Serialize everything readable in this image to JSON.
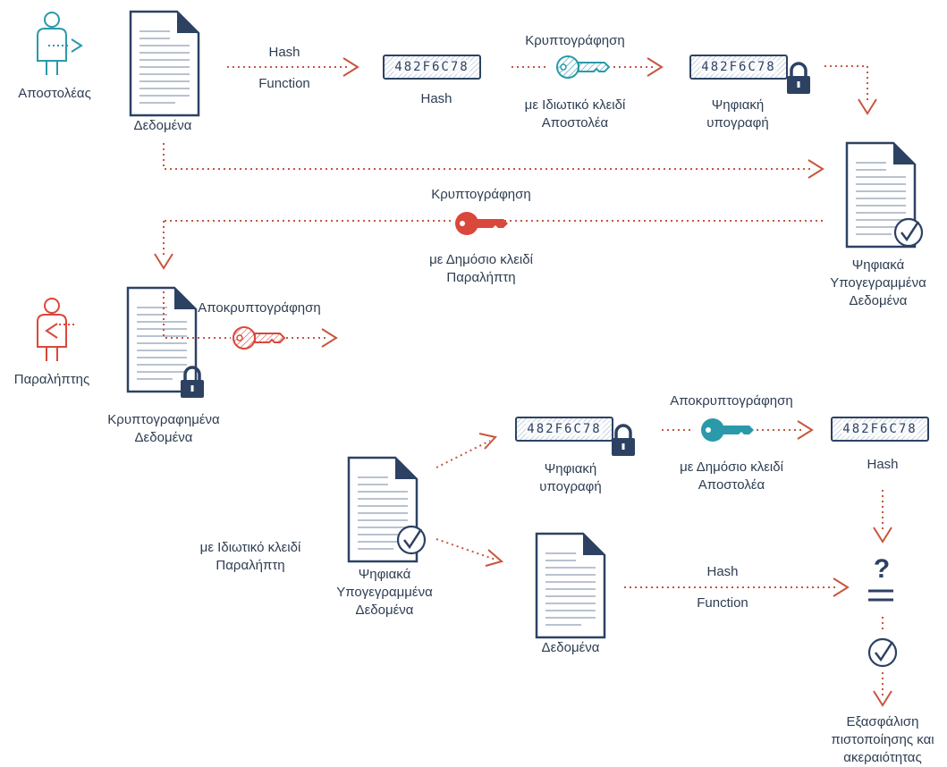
{
  "sender": {
    "label": "Αποστολέας"
  },
  "receiver": {
    "label": "Παραλήπτης"
  },
  "top": {
    "data_label": "Δεδομένα",
    "hash_fn_line1": "Hash",
    "hash_fn_line2": "Function",
    "hash_value": "482F6C78",
    "hash_label": "Hash",
    "encrypt_title": "Κρυπτογράφηση",
    "encrypt_key_line1": "με Ιδιωτικό κλειδί",
    "encrypt_key_line2": "Αποστολέα",
    "signature_line1": "Ψηφιακή",
    "signature_line2": "υπογραφή",
    "signed_line1": "Ψηφιακά",
    "signed_line2": "Υπογεγραμμένα",
    "signed_line3": "Δεδομένα"
  },
  "middle": {
    "encrypt_title": "Κρυπτογράφηση",
    "key_line1": "με Δημόσιο κλειδί",
    "key_line2": "Παραλήπτη"
  },
  "bottom": {
    "encrypted_line1": "Κρυπτογραφημένα",
    "encrypted_line2": "Δεδομένα",
    "decrypt_title": "Αποκρυπτογράφηση",
    "decrypt_key_line1": "με Ιδιωτικό κλειδί",
    "decrypt_key_line2": "Παραλήπτη",
    "signed_line1": "Ψηφιακά",
    "signed_line2": "Υπογεγραμμένα",
    "signed_line3": "Δεδομένα",
    "signature_value": "482F6C78",
    "signature_line1": "Ψηφιακή",
    "signature_line2": "υπογραφή",
    "decrypt2_title": "Αποκρυπτογράφηση",
    "decrypt2_key_line1": "με Δημόσιο κλειδί",
    "decrypt2_key_line2": "Αποστολέα",
    "hash_value": "482F6C78",
    "hash_label": "Hash",
    "data_label": "Δεδομένα",
    "hash_fn_line1": "Hash",
    "hash_fn_line2": "Function",
    "compare_symbol": "?",
    "result_line1": "Εξασφάλιση",
    "result_line2": "πιστοποίησης και",
    "result_line3": "ακεραιότητας"
  },
  "colors": {
    "navy": "#2d4263",
    "red": "#d9483b",
    "teal": "#2a9aaa",
    "arrow": "#c8553d",
    "text": "#2e3d52"
  }
}
